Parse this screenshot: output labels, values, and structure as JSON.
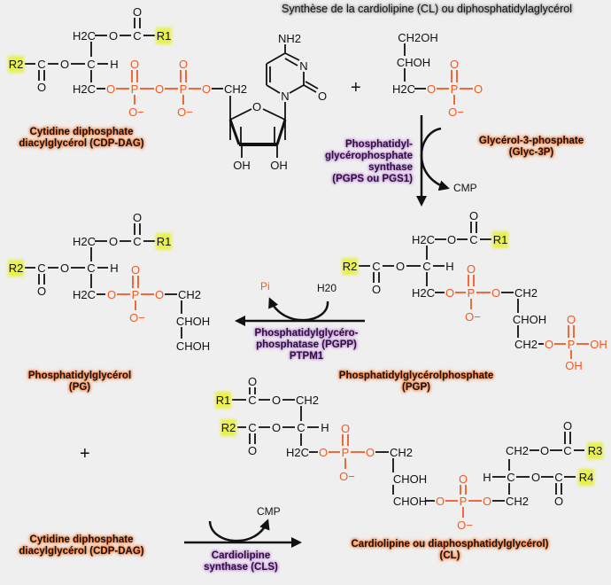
{
  "title": "Synthèse de la cardiolipine (CL) ou diphosphatidylaglycérol",
  "colors": {
    "orange": "#f05a23",
    "black": "#111111",
    "highlight": "#e8f04a"
  },
  "labels": {
    "cdp_dag_top": [
      "Cytidine diphosphate",
      "diacylglycérol (CDP-DAG)"
    ],
    "glyc3p": [
      "Glycérol-3-phosphate",
      "(Glyc-3P)"
    ],
    "pg": [
      "Phosphatidylglycérol",
      "(PG)"
    ],
    "pgp": [
      "Phosphatidylglycérolphosphate",
      "(PGP)"
    ],
    "cdp_dag_bottom": [
      "Cytidine diphosphate",
      "diacylglycérol (CDP-DAG)"
    ],
    "cl": [
      "Cardiolipine ou diaphosphatidylglycérol)",
      "(CL)"
    ]
  },
  "enzymes": {
    "pgps": [
      "Phosphatidyl-",
      "glycérophosphate",
      "synthase",
      "(PGPS ou PGS1)"
    ],
    "pgpp": [
      "Phosphatidylglycéro-",
      "phosphatase (PGPP)",
      "PTPM1"
    ],
    "cls": [
      "Cardiolipine",
      "synthase (CLS)"
    ]
  },
  "cofactors": {
    "cmp1": "CMP",
    "pi": "Pi",
    "h2o": "H20",
    "cmp2": "CMP"
  },
  "plus": [
    "+",
    "+"
  ],
  "structures": {
    "cdp_dag": [
      "O",
      "H2C",
      "O",
      "C",
      "R1",
      "R2",
      "C",
      "O",
      "C",
      "H",
      "O",
      "H2C",
      "O",
      "P",
      "O",
      "O−",
      "O",
      "P",
      "O",
      "O−",
      "O",
      "CH2",
      "O",
      "OH",
      "OH",
      "N",
      "N",
      "O",
      "NH2"
    ],
    "glyc3p": [
      "CH2OH",
      "CHOH",
      "H2C",
      "O",
      "P",
      "O",
      "O",
      "O−"
    ],
    "pg": [
      "O",
      "H2C",
      "O",
      "C",
      "R1",
      "R2",
      "C",
      "O",
      "C",
      "H",
      "O",
      "H2C",
      "O",
      "P",
      "O",
      "O−",
      "O",
      "CH2",
      "CHOH",
      "CHOH"
    ],
    "pgp": [
      "O",
      "H2C",
      "O",
      "C",
      "R1",
      "R2",
      "C",
      "O",
      "C",
      "H",
      "O",
      "H2C",
      "O",
      "P",
      "O",
      "O−",
      "O",
      "CH2",
      "CHOH",
      "CH2",
      "O",
      "P",
      "O",
      "OH",
      "OH"
    ],
    "cl": [
      "O",
      "R1",
      "C",
      "O",
      "CH2",
      "R2",
      "C",
      "O",
      "C",
      "H",
      "O",
      "H2C",
      "O",
      "P",
      "O",
      "O−",
      "O",
      "CH2",
      "CHOH",
      "CHOH",
      "O",
      "P",
      "O",
      "O−",
      "O",
      "CH2",
      "CH2",
      "O",
      "C",
      "R3",
      "O",
      "H",
      "C",
      "O",
      "C",
      "R4",
      "O"
    ]
  }
}
